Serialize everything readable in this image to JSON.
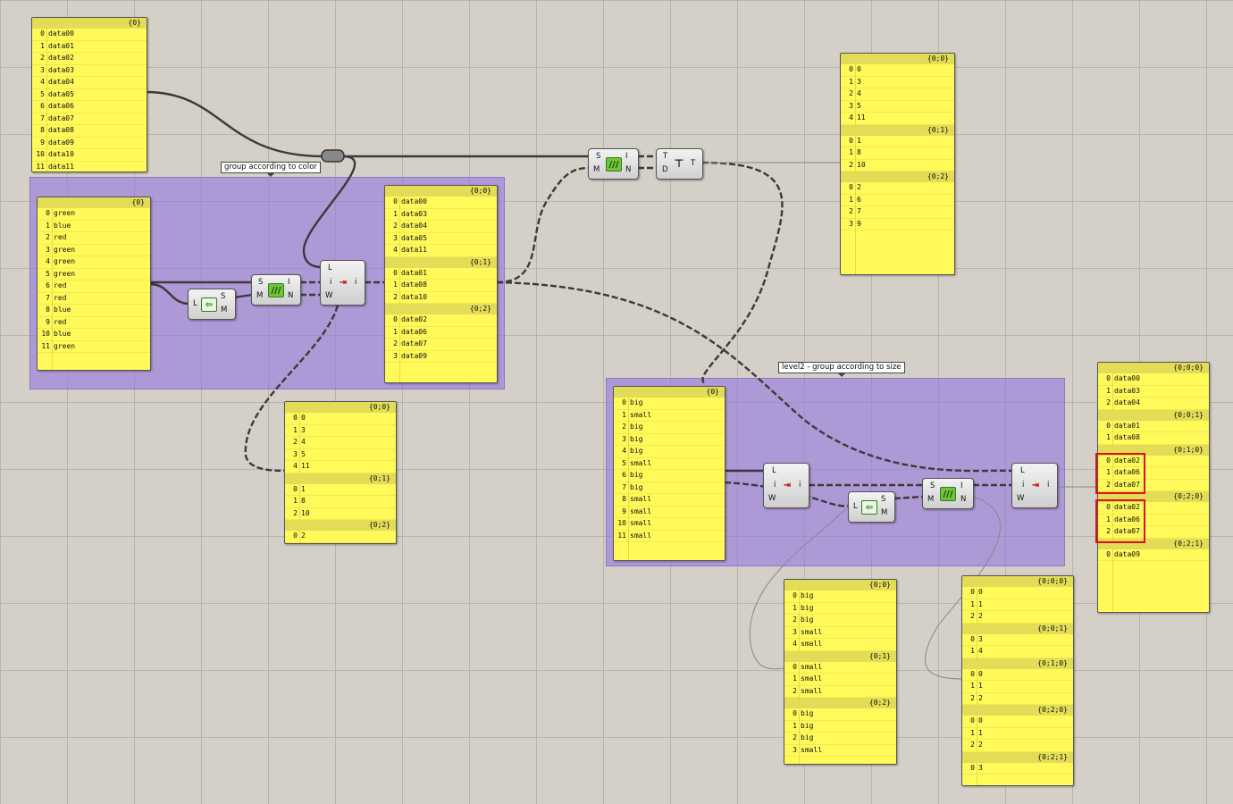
{
  "groups": {
    "color": {
      "label": "group according to color"
    },
    "size": {
      "label": "level2 - group according to size"
    }
  },
  "panels": {
    "p_data": {
      "branches": [
        {
          "path": "{0}",
          "items": [
            "data00",
            "data01",
            "data02",
            "data03",
            "data04",
            "data05",
            "data06",
            "data07",
            "data08",
            "data09",
            "data10",
            "data11"
          ]
        }
      ]
    },
    "p_colors": {
      "branches": [
        {
          "path": "{0}",
          "items": [
            "green",
            "blue",
            "red",
            "green",
            "green",
            "green",
            "red",
            "red",
            "blue",
            "red",
            "blue",
            "green"
          ]
        }
      ]
    },
    "p_grouped_color": {
      "branches": [
        {
          "path": "{0;0}",
          "items": [
            "data00",
            "data03",
            "data04",
            "data05",
            "data11"
          ]
        },
        {
          "path": "{0;1}",
          "items": [
            "data01",
            "data08",
            "data10"
          ]
        },
        {
          "path": "{0;2}",
          "items": [
            "data02",
            "data06",
            "data07",
            "data09"
          ]
        }
      ]
    },
    "p_color_idx": {
      "branches": [
        {
          "path": "{0;0}",
          "items": [
            "0",
            "3",
            "4",
            "5",
            "11"
          ]
        },
        {
          "path": "{0;1}",
          "items": [
            "1",
            "8",
            "10"
          ]
        },
        {
          "path": "{0;2}",
          "items": [
            "2"
          ]
        }
      ]
    },
    "p_flip": {
      "branches": [
        {
          "path": "{0;0}",
          "items": [
            "0",
            "3",
            "4",
            "5",
            "11"
          ]
        },
        {
          "path": "{0;1}",
          "items": [
            "1",
            "8",
            "10"
          ]
        },
        {
          "path": "{0;2}",
          "items": [
            "2",
            "6",
            "7",
            "9"
          ]
        }
      ]
    },
    "p_sizes": {
      "branches": [
        {
          "path": "{0}",
          "items": [
            "big",
            "small",
            "big",
            "big",
            "big",
            "small",
            "big",
            "big",
            "small",
            "small",
            "small",
            "small"
          ]
        }
      ]
    },
    "p_size_grouped": {
      "branches": [
        {
          "path": "{0;0}",
          "items": [
            "big",
            "big",
            "big",
            "small",
            "small"
          ]
        },
        {
          "path": "{0;1}",
          "items": [
            "small",
            "small",
            "small"
          ]
        },
        {
          "path": "{0;2}",
          "items": [
            "big",
            "big",
            "big",
            "small"
          ]
        }
      ]
    },
    "p_size_idx": {
      "branches": [
        {
          "path": "{0;0;0}",
          "items": [
            "0",
            "1",
            "2"
          ]
        },
        {
          "path": "{0;0;1}",
          "items": [
            "3",
            "4"
          ]
        },
        {
          "path": "{0;1;0}",
          "items": [
            "0",
            "1",
            "2"
          ]
        },
        {
          "path": "{0;2;0}",
          "items": [
            "0",
            "1",
            "2"
          ]
        },
        {
          "path": "{0;2;1}",
          "items": [
            "3"
          ]
        }
      ]
    },
    "p_result": {
      "branches": [
        {
          "path": "{0;0;0}",
          "items": [
            "data00",
            "data03",
            "data04"
          ]
        },
        {
          "path": "{0;0;1}",
          "items": [
            "data01",
            "data08"
          ]
        },
        {
          "path": "{0;1;0}",
          "items": [
            "data02",
            "data06",
            "data07"
          ]
        },
        {
          "path": "{0;2;0}",
          "items": [
            "data02",
            "data06",
            "data07"
          ]
        },
        {
          "path": "{0;2;1}",
          "items": [
            "data09"
          ]
        }
      ]
    }
  },
  "components": {
    "member_index_1": {
      "inputs": [
        "S",
        "M"
      ],
      "outputs": [
        "I",
        "N"
      ]
    },
    "member_index_2": {
      "inputs": [
        "S",
        "M"
      ],
      "outputs": [
        "I",
        "N"
      ]
    },
    "member_index_3": {
      "inputs": [
        "S",
        "M"
      ],
      "outputs": [
        "I",
        "N"
      ]
    },
    "create_set_1": {
      "inputs": [
        "L"
      ],
      "outputs": [
        "S",
        "M"
      ]
    },
    "create_set_2": {
      "inputs": [
        "L"
      ],
      "outputs": [
        "S",
        "M"
      ]
    },
    "list_item_1": {
      "inputs": [
        "L",
        "i",
        "W"
      ],
      "outputs": [
        "i"
      ]
    },
    "list_item_2": {
      "inputs": [
        "L",
        "i",
        "W"
      ],
      "outputs": [
        "i"
      ]
    },
    "list_item_3": {
      "inputs": [
        "L",
        "i",
        "W"
      ],
      "outputs": [
        "i"
      ]
    },
    "flip_matrix": {
      "inputs": [
        "T",
        "D"
      ],
      "outputs": [
        "T"
      ]
    }
  },
  "colors": {
    "panel": "#fff95a",
    "group": "#9678e1",
    "highlight": "#e01010",
    "canvas": "#d4d0c8"
  }
}
